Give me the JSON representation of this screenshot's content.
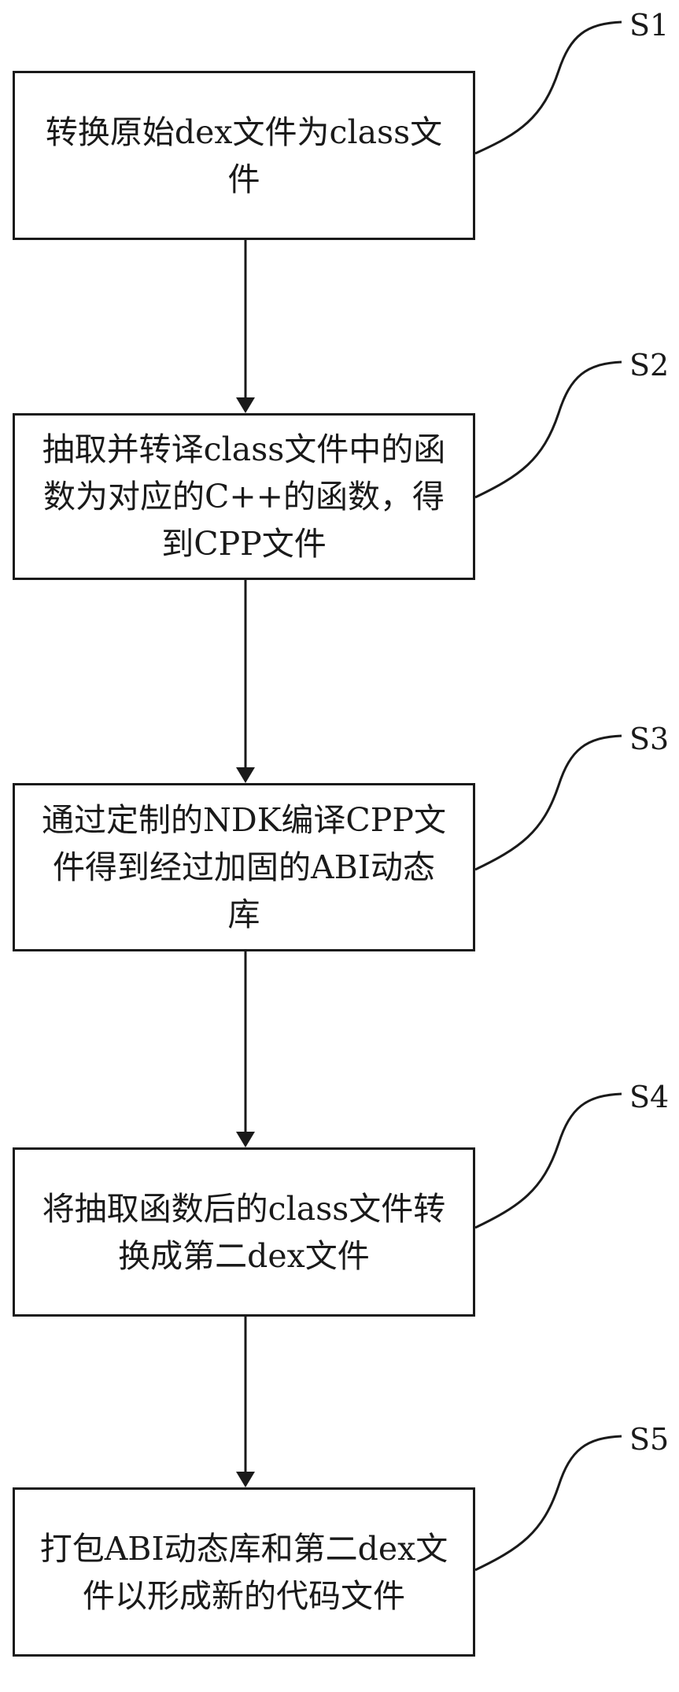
{
  "steps": [
    {
      "id": "S1",
      "text": "转换原始dex文件为class文件"
    },
    {
      "id": "S2",
      "text": "抽取并转译class文件中的函数为对应的C++的函数，得到CPP文件"
    },
    {
      "id": "S3",
      "text": "通过定制的NDK编译CPP文件得到经过加固的ABI动态库"
    },
    {
      "id": "S4",
      "text": "将抽取函数后的class文件转换成第二dex文件"
    },
    {
      "id": "S5",
      "text": "打包ABI动态库和第二dex文件以形成新的代码文件"
    }
  ]
}
